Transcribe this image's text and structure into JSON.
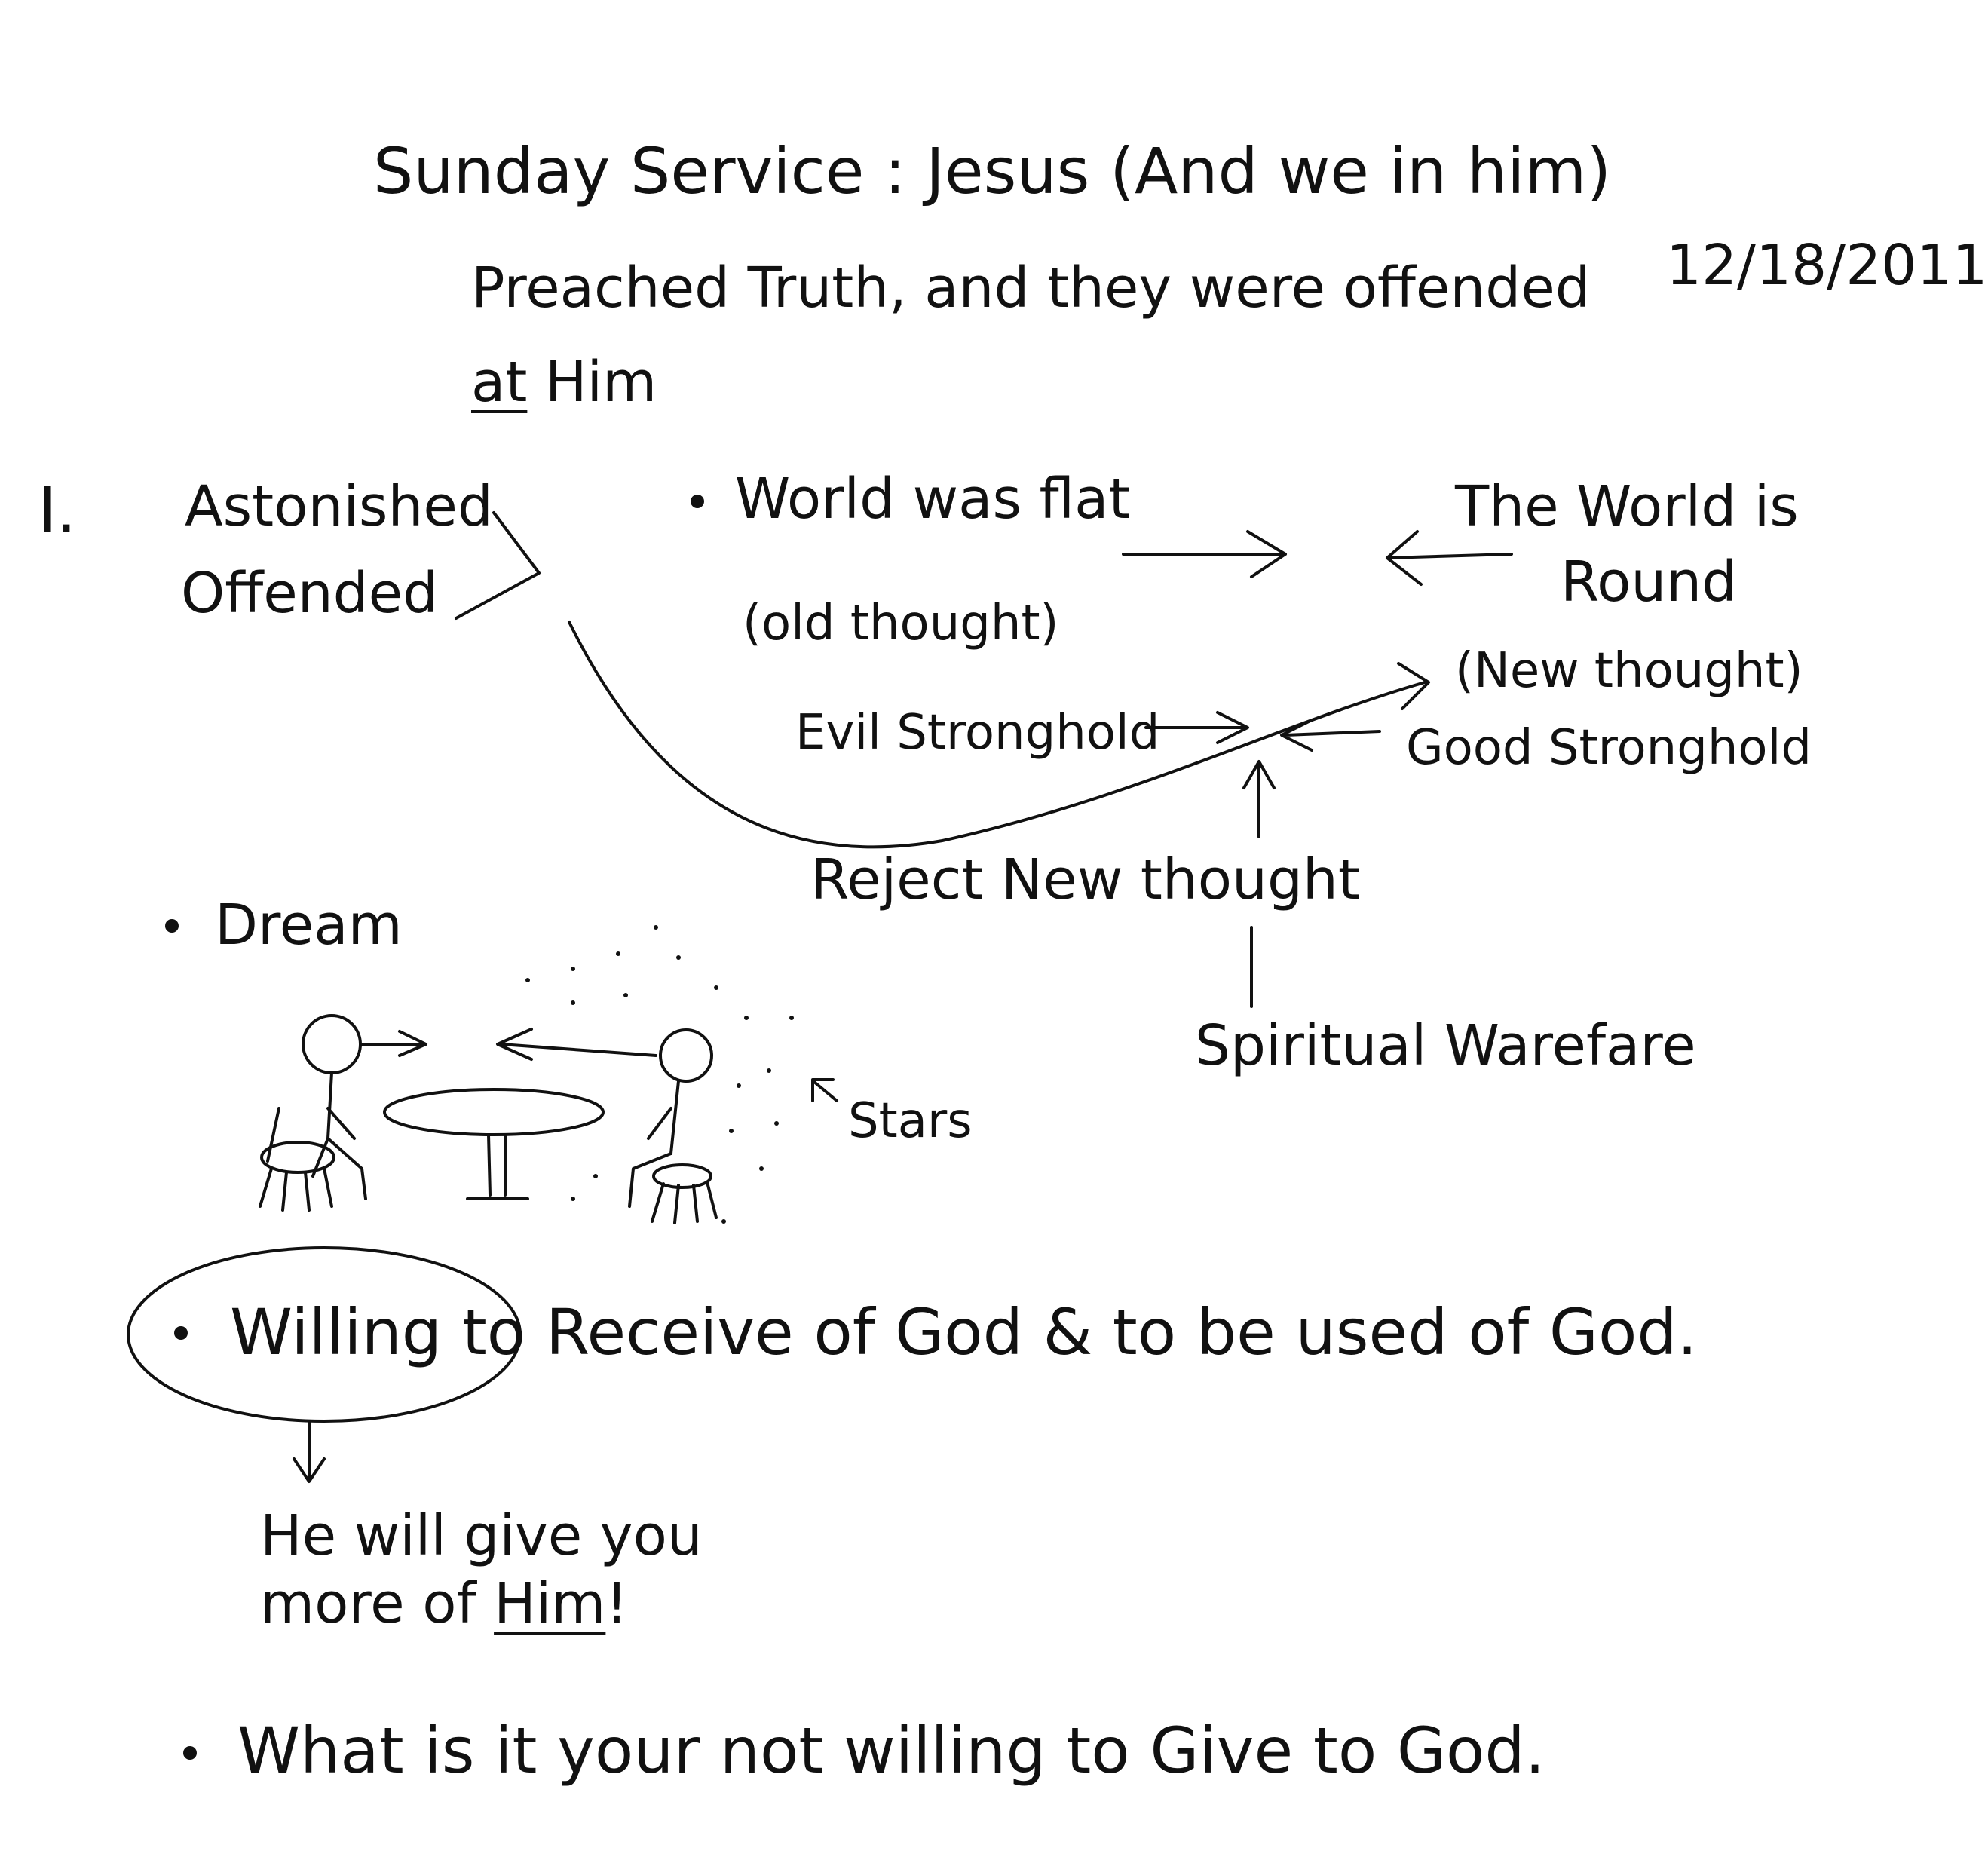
{
  "header": {
    "title": "Sunday Service : Jesus (And we in him)",
    "date": "12/18/2011",
    "subtitle_line1": "Preached Truth, and they were offended",
    "subtitle_at": "at",
    "subtitle_him": "Him"
  },
  "section1": {
    "numeral": "I.",
    "word1": "Astonished",
    "word2": "Offended"
  },
  "diagram": {
    "world_flat": "World was flat",
    "world_round_1": "The World is",
    "world_round_2": "Round",
    "old_thought": "(old thought)",
    "new_thought": "(New thought)",
    "evil_stronghold": "Evil Stronghold",
    "good_stronghold": "Good Stronghold",
    "reject_new_thought": "Reject New thought",
    "spiritual_warfare": "Spiritual Warefare"
  },
  "dream": {
    "label": "Dream",
    "stars_label": "Stars"
  },
  "bullets": {
    "willing_word": "Willing",
    "willing_rest": "to Receive of God & to be used of God.",
    "result_line1": "He will give you",
    "result_line2_a": "more of",
    "result_line2_b": "Him",
    "result_line2_c": "!",
    "question": "What is it your not willing to Give to God."
  }
}
